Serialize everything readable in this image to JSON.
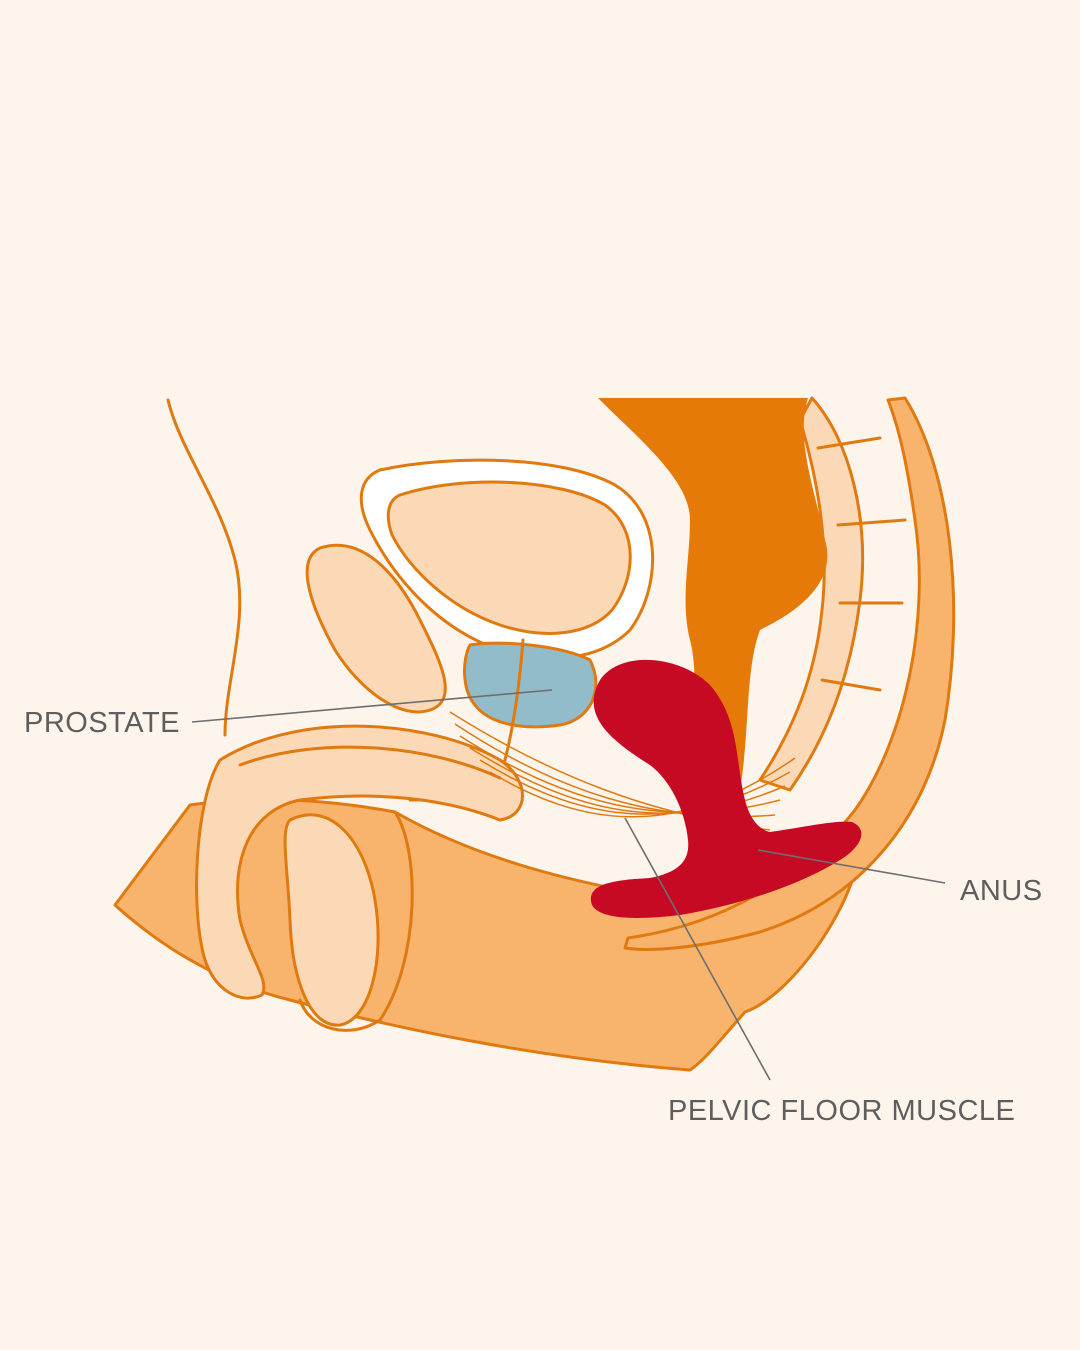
{
  "labels": {
    "prostate": "PROSTATE",
    "anus": "ANUS",
    "pelvic_floor_muscle": "PELVIC FLOOR MUSCLE"
  },
  "colors": {
    "background": "#fdf4ec",
    "outline": "#e07a10",
    "pale_tissue": "#fbd9b7",
    "body_tissue": "#f8b46c",
    "rectum": "#e67a08",
    "prostate": "#93bccb",
    "plug": "#c70a24",
    "leader_line": "#6e6e6e",
    "label_text": "#5e5e5e"
  },
  "icons": {
    "plug": "prostate-massager-device"
  }
}
